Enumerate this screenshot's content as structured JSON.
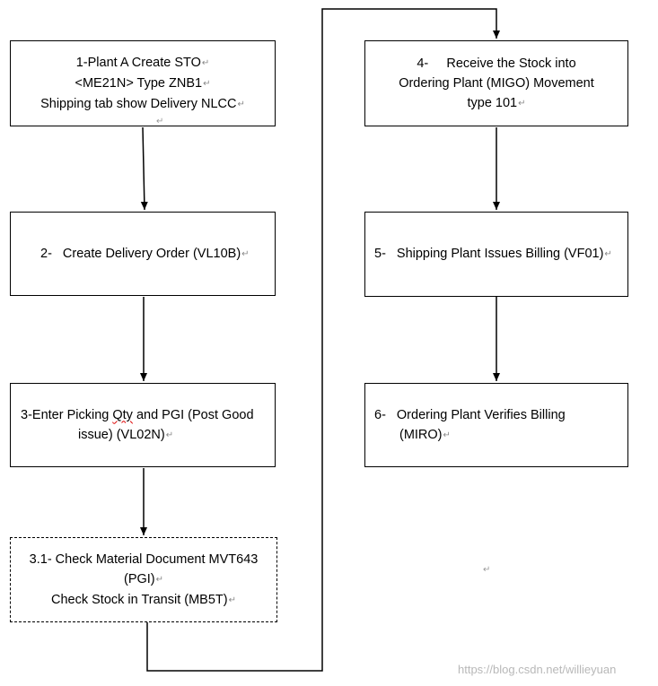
{
  "boxes": {
    "step1": {
      "lines": [
        "1-Plant A Create STO",
        "<ME21N> Type ZNB1",
        "Shipping tab show Delivery NLCC"
      ]
    },
    "step2": {
      "prefix": "2-",
      "text": "Create Delivery Order (VL10B)"
    },
    "step3": {
      "line1_a": "3-Enter Picking ",
      "line1_squiggle": "Qty",
      "line1_b": " and PGI (Post Good",
      "line2": "issue) (VL02N)"
    },
    "step31": {
      "lines": [
        "3.1- Check Material Document MVT643",
        "(PGI)",
        "Check Stock in Transit (MB5T)"
      ]
    },
    "step4": {
      "line1": "4-     Receive the Stock into",
      "line2": "Ordering Plant (MIGO) Movement",
      "line3": "type 101"
    },
    "step5": {
      "prefix": "5-",
      "text": "Shipping Plant Issues Billing (VF01)"
    },
    "step6": {
      "prefix": "6-",
      "line1": "Ordering Plant Verifies Billing",
      "line2": "(MIRO)"
    }
  },
  "paragraph_mark": "↵",
  "watermark": "https://blog.csdn.net/willieyuan",
  "colors": {
    "border": "#000000",
    "watermark": "#b8b8b8",
    "spellcheck": "#dd0000"
  }
}
